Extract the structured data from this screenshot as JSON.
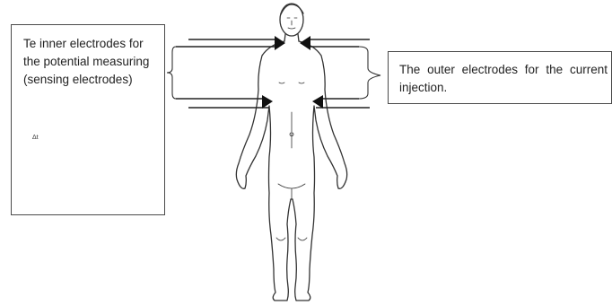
{
  "inner_electrodes": {
    "label": "Te inner electrodes for the potential measuring (sensing electrodes)",
    "ecg_marker": "Δt"
  },
  "outer_electrodes": {
    "label": "The outer electrodes for the current injection."
  }
}
